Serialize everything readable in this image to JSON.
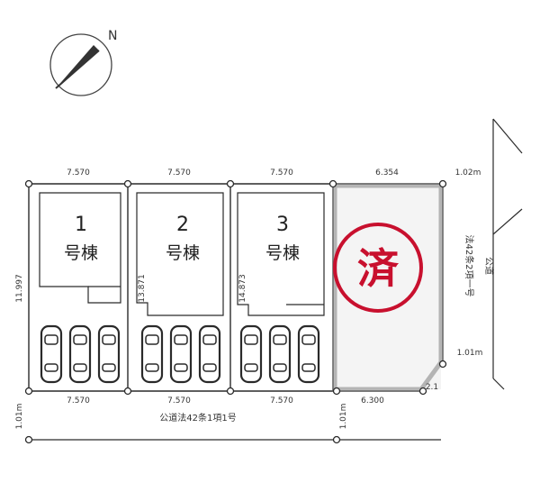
{
  "colors": {
    "ink": "#2a2a2a",
    "lot_fill": "#f3f3f3",
    "stamp": "#c8102e"
  },
  "compass": {
    "icon": "north-arrow-icon",
    "label": "N"
  },
  "lots": [
    {
      "number": "1",
      "name": "号棟",
      "top_width": "7.570",
      "bottom_width": "7.570",
      "depth": "11.997"
    },
    {
      "number": "2",
      "name": "号棟",
      "top_width": "7.570",
      "bottom_width": "7.570",
      "depth": "13.871"
    },
    {
      "number": "3",
      "name": "号棟",
      "top_width": "7.570",
      "bottom_width": "7.570",
      "depth": "14.873"
    },
    {
      "number": "",
      "name": "",
      "top_width": "6.354",
      "bottom_width": "6.300",
      "depth": "",
      "status_stamp": "済"
    }
  ],
  "road_bottom": {
    "label": "公道法42条1項1号",
    "width": "1.01m",
    "width2": "1.01m"
  },
  "road_right": {
    "label": "法42条2項一号",
    "name": "公道",
    "width_top": "1.02m",
    "width_bottom": "1.01m"
  },
  "corner_dim": "2.1"
}
